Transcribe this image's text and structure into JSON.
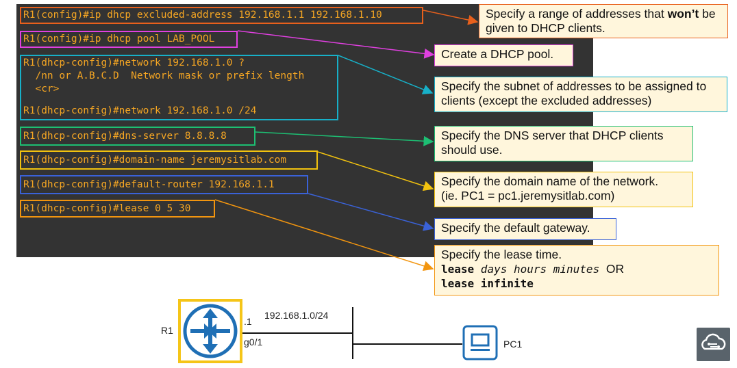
{
  "commands": {
    "excluded": "R1(config)#ip dhcp excluded-address 192.168.1.1 192.168.1.10",
    "pool": "R1(config)#ip dhcp pool LAB_POOL",
    "network_help": "R1(dhcp-config)#network 192.168.1.0 ?",
    "help_line1": "  /nn or A.B.C.D  Network mask or prefix length",
    "help_line2": "  <cr>",
    "network": "R1(dhcp-config)#network 192.168.1.0 /24",
    "dns": "R1(dhcp-config)#dns-server 8.8.8.8",
    "domain": "R1(dhcp-config)#domain-name jeremysitlab.com",
    "router": "R1(dhcp-config)#default-router 192.168.1.1",
    "lease": "R1(dhcp-config)#lease 0 5 30"
  },
  "notes": {
    "excluded_pre": "Specify a range of addresses that ",
    "excluded_bold": "won’t",
    "excluded_post": " be given to DHCP clients.",
    "pool": "Create a DHCP pool.",
    "network": "Specify the subnet of addresses to be assigned to clients (except the excluded addresses)",
    "dns": "Specify the DNS server that DHCP clients should use.",
    "domain_line1": "Specify the domain name of the network.",
    "domain_line2": "(ie. PC1 = pc1.jeremysitlab.com)",
    "router": "Specify the default gateway.",
    "lease_line1": "Specify the lease time.",
    "lease_cmd": "lease",
    "lease_args": " days hours minutes",
    "lease_or": "  OR",
    "lease_infinite": "lease infinite"
  },
  "topology": {
    "router_name": "R1",
    "router_ip": ".1",
    "router_interface": "g0/1",
    "subnet": "192.168.1.0/24",
    "pc_name": "PC1"
  },
  "colors": {
    "terminal_bg": "#333333",
    "command_text": "#f5a623",
    "excluded": "#e8601c",
    "pool": "#e040e0",
    "network": "#17b0c8",
    "dns": "#1dbf73",
    "domain": "#f2c20f",
    "router": "#3a62d8",
    "lease": "#f2950f",
    "note_bg": "#fff6dc"
  },
  "icons": {
    "router": "router-icon",
    "pc": "pc-icon",
    "logo": "cloud-circuit-logo-icon"
  }
}
